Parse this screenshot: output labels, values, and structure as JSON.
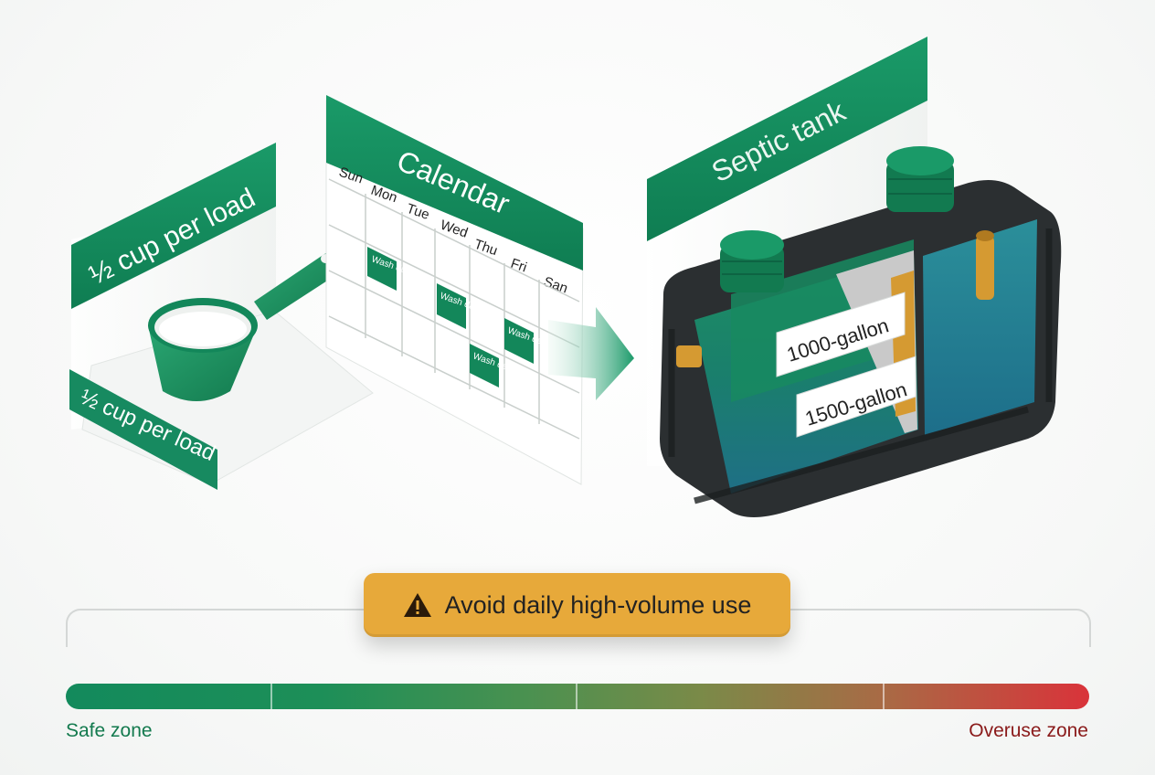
{
  "measure": {
    "header_label": "½ cup per load",
    "tag_label": "½ cup per load"
  },
  "calendar": {
    "title": "Calendar",
    "days": [
      "Sun",
      "Mon",
      "Tue",
      "Wed",
      "Thu",
      "Fri",
      "San"
    ],
    "wash_label": "Wash day"
  },
  "tank": {
    "title": "Septic tank",
    "labels": [
      "1000-gallon",
      "1500-gallon"
    ]
  },
  "warning": {
    "text": "Avoid daily high-volume use",
    "icon": "warning-triangle-icon"
  },
  "scale": {
    "left_label": "Safe zone",
    "right_label": "Overuse zone"
  },
  "colors": {
    "brand_green": "#13875a",
    "warning_amber": "#e7a93a",
    "overuse_red": "#d9333a"
  }
}
